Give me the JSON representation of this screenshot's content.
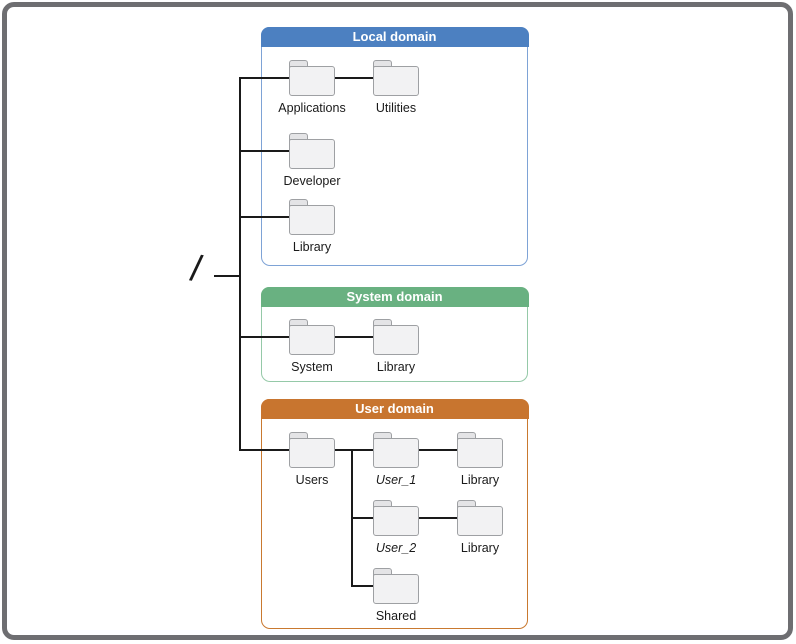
{
  "figure": {
    "root_symbol": "/",
    "palette": {
      "local_header": "#4C80C1",
      "local_border": "#7EA3D6",
      "system_header": "#69B181",
      "system_border": "#95C9A8",
      "user_header": "#C8752F",
      "user_border": "#C9792F",
      "line_color": "#1A1A1A",
      "frame_color": "#6E6E71",
      "folder_fill": "#F2F2F3",
      "folder_tab": "#E4E4E6",
      "folder_stroke": "#9EA0A3"
    },
    "domains": [
      {
        "title": "Local domain",
        "folders": [
          "Applications",
          "Utilities",
          "Developer",
          "Library"
        ]
      },
      {
        "title": "System domain",
        "folders": [
          "System",
          "Library"
        ]
      },
      {
        "title": "User domain",
        "folders": [
          "Users",
          "User_1",
          "Library",
          "User_2",
          "Library",
          "Shared"
        ]
      }
    ]
  }
}
